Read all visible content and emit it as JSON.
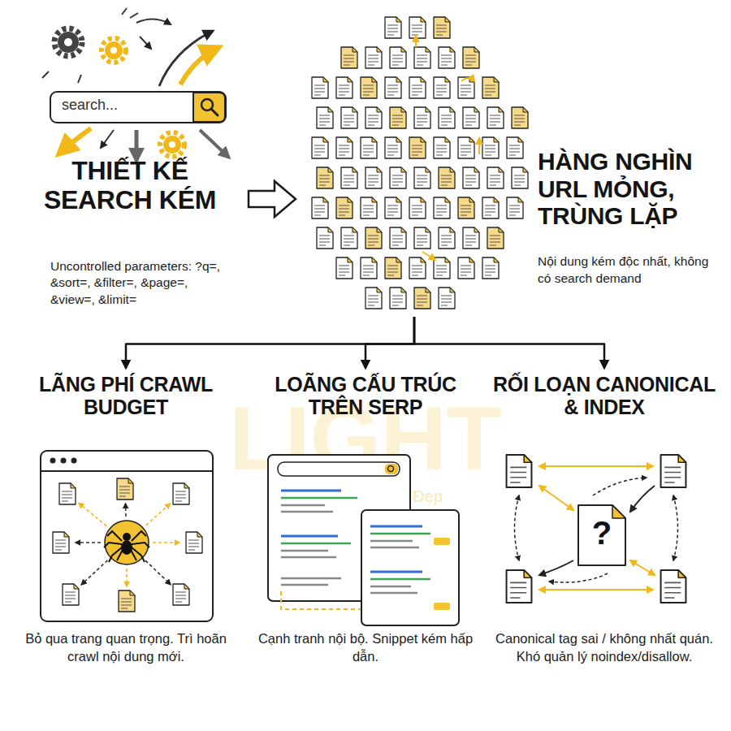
{
  "diagram": {
    "nodes": [
      {
        "text": [
          "THIẾT KẾ SEARCH KÉM",
          "Uncontrolled parameters: ?q=, &sort=, &filter=, &page=, &view=, &limit="
        ]
      },
      {
        "text": [
          "HÀNG NGHÌN URL MỎNG, TRÙNG LẶP",
          "Nội dung kém độc nhất, không có search demand"
        ]
      },
      {
        "text": [
          "LÃNG PHÍ CRAWL BUDGET",
          "Bỏ qua trang quan trọng. Trì hoãn crawl nội dung mới."
        ]
      },
      {
        "text": [
          "LOÃNG CẤU TRÚC TRÊN SERP",
          "Cạnh tranh nội bộ. Snippet kém hấp dẫn."
        ]
      },
      {
        "text": [
          "RỐI LOẠN CANONICAL & INDEX",
          "Canonical tag sai / không nhất quán. Khó quản lý noindex/disallow."
        ]
      }
    ],
    "edges": [
      {
        "from": 0,
        "to": 1,
        "arrow": "to"
      },
      {
        "from": 1,
        "to": 2,
        "arrow": "to"
      },
      {
        "from": 1,
        "to": 3,
        "arrow": "to"
      },
      {
        "from": 1,
        "to": 4,
        "arrow": "to"
      }
    ],
    "labels": [
      "search...",
      "?",
      "LIGHT",
      "Nhanh - Chuẩn - Đẹp"
    ]
  }
}
